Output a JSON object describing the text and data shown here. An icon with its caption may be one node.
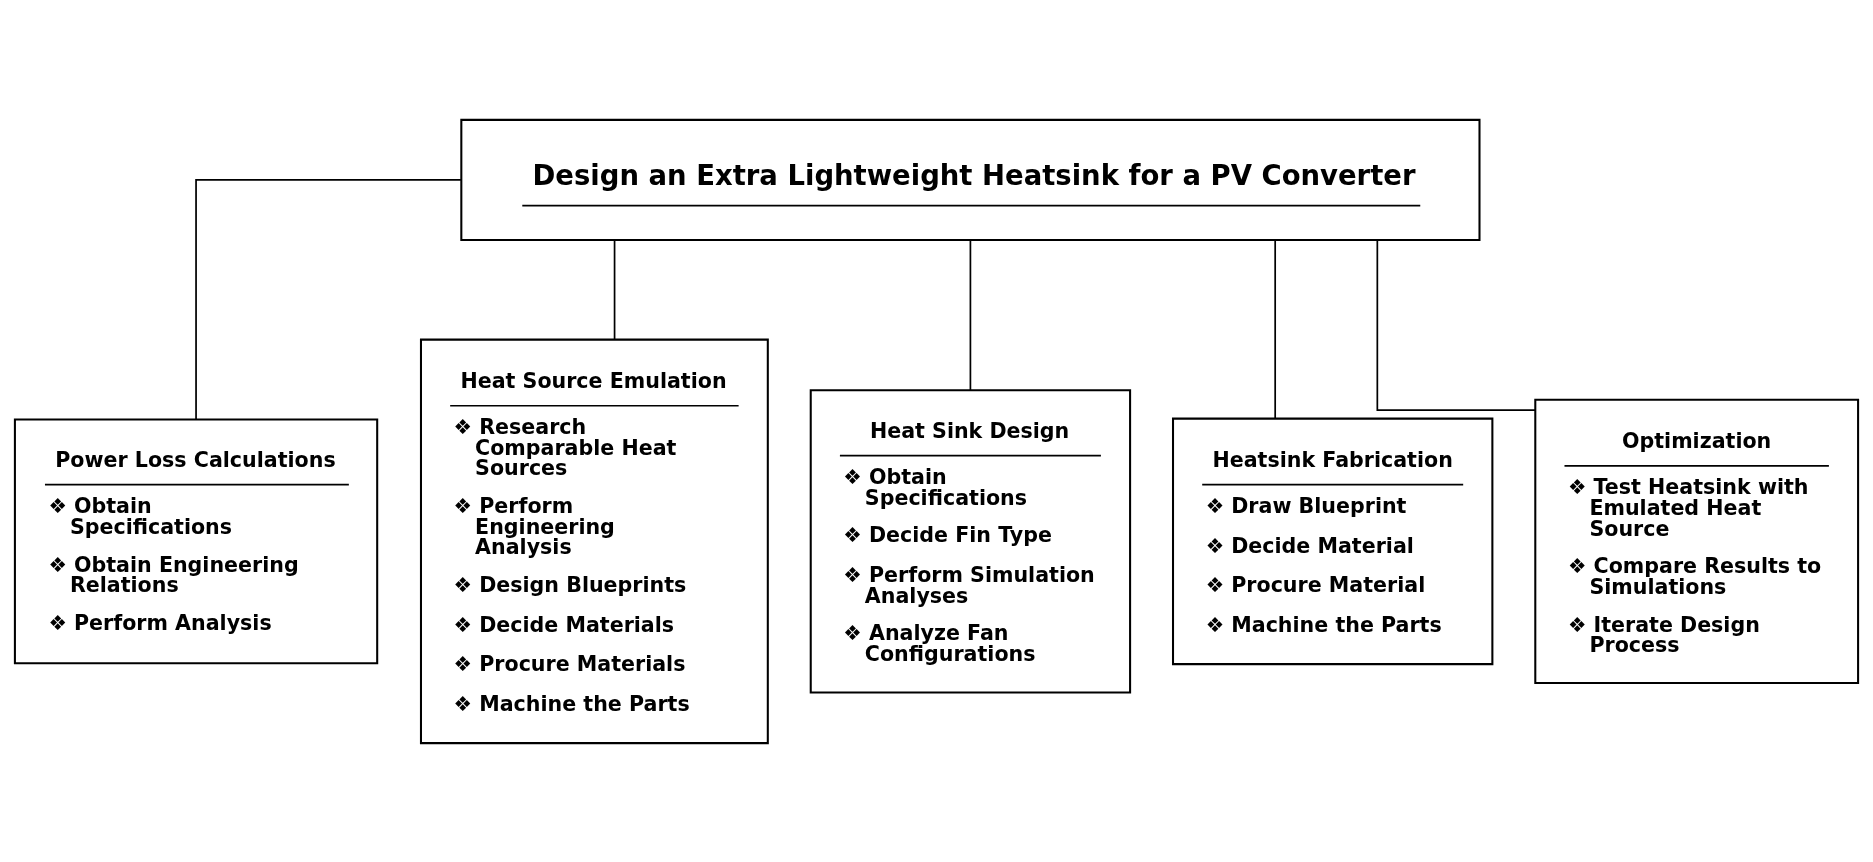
{
  "diagram": {
    "nodes": [
      {
        "text": [
          "Design an Extra Lightweight Heatsink for a PV Converter"
        ]
      },
      {
        "text": [
          "Power Loss Calculations",
          "❖ Obtain Specifications",
          "❖ Obtain Engineering Relations",
          "❖ Perform Analysis"
        ]
      },
      {
        "text": [
          "Heat Source Emulation",
          "❖ Research Comparable Heat Sources",
          "❖ Perform Engineering Analysis",
          "❖ Design Blueprints",
          "❖ Decide Materials",
          "❖ Procure Materials",
          "❖ Machine the Parts"
        ]
      },
      {
        "text": [
          "Heat Sink Design",
          "❖ Obtain Specifications",
          "❖ Decide Fin Type",
          "❖ Perform Simulation Analyses",
          "❖ Analyze Fan Configurations"
        ]
      },
      {
        "text": [
          "Heatsink Fabrication",
          "❖ Draw Blueprint",
          "❖ Decide Material",
          "❖ Procure Material",
          "❖ Machine the Parts"
        ]
      },
      {
        "text": [
          "Optimization",
          "❖ Test Heatsink with Emulated Heat Source",
          "❖ Compare Results to Simulations",
          "❖ Iterate Design Process"
        ]
      }
    ],
    "edges": [
      {
        "from": 0,
        "to": 1,
        "arrow": "none"
      },
      {
        "from": 0,
        "to": 2,
        "arrow": "none"
      },
      {
        "from": 0,
        "to": 3,
        "arrow": "none"
      },
      {
        "from": 0,
        "to": 4,
        "arrow": "none"
      },
      {
        "from": 0,
        "to": 5,
        "arrow": "none"
      }
    ]
  }
}
